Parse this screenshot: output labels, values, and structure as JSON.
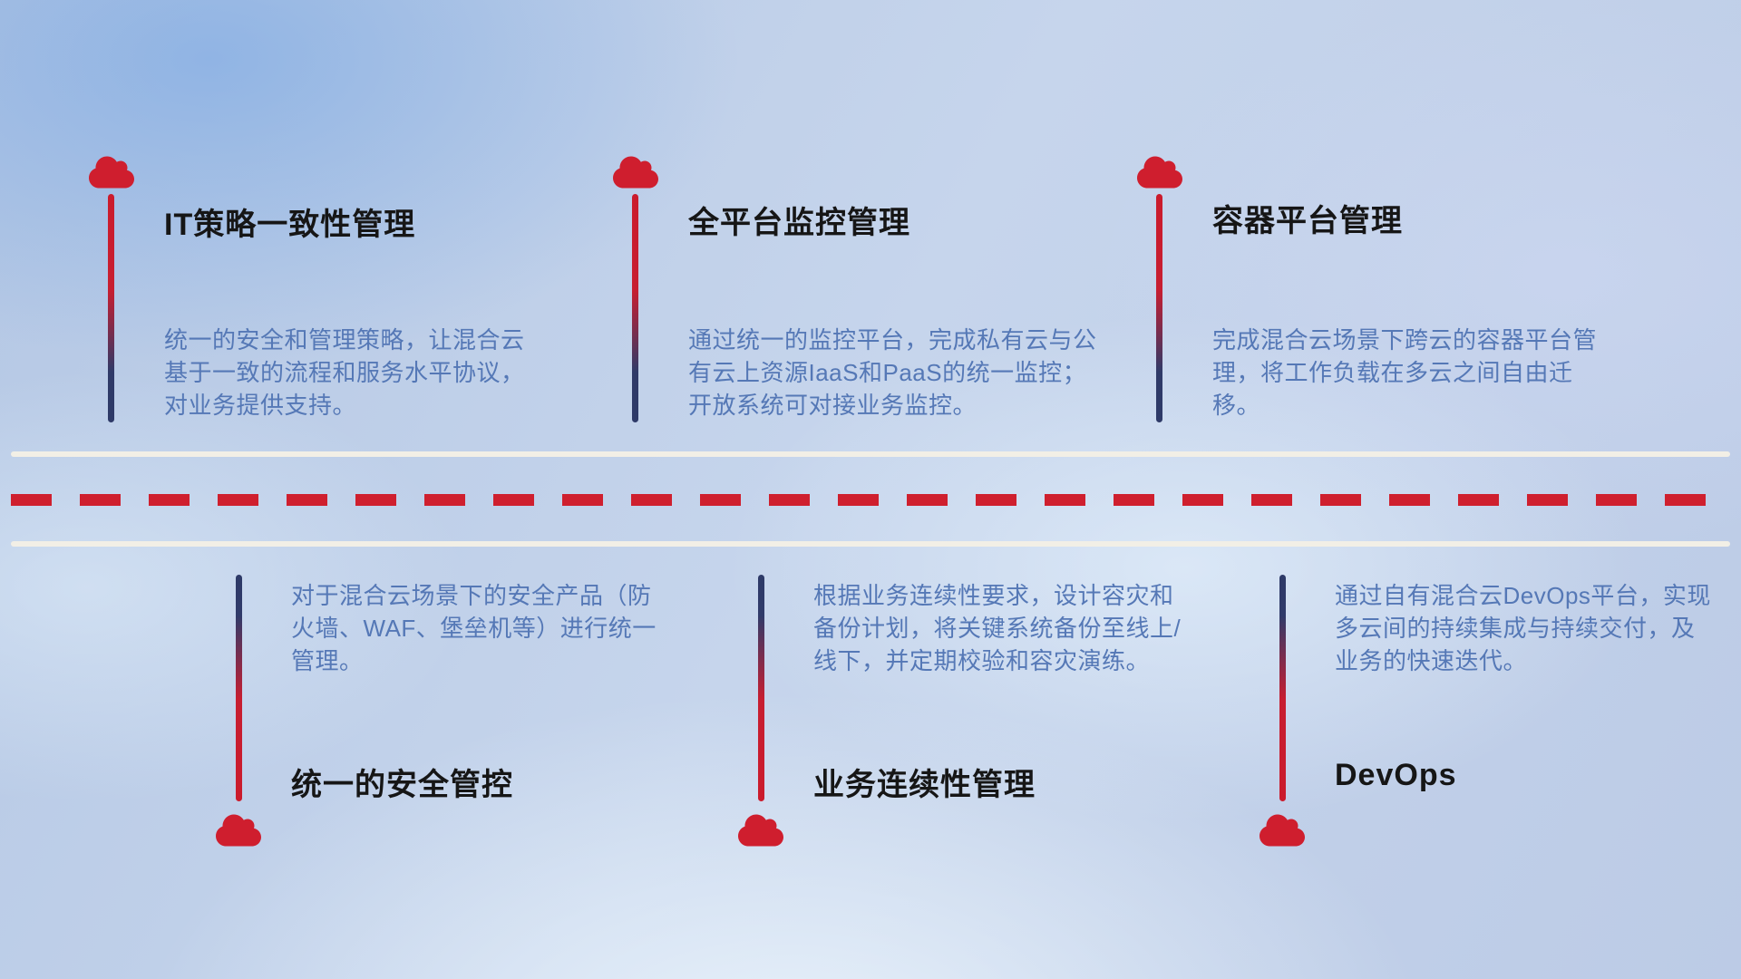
{
  "top_items": [
    {
      "title": "IT策略一致性管理",
      "description": "统一的安全和管理策略，让混合云基于一致的流程和服务水平协议，对业务提供支持。"
    },
    {
      "title": "全平台监控管理",
      "description": "通过统一的监控平台，完成私有云与公有云上资源IaaS和PaaS的统一监控；开放系统可对接业务监控。"
    },
    {
      "title": "容器平台管理",
      "description": "完成混合云场景下跨云的容器平台管理，将工作负载在多云之间自由迁移。"
    }
  ],
  "bottom_items": [
    {
      "title": "统一的安全管控",
      "description": "对于混合云场景下的安全产品（防火墙、WAF、堡垒机等）进行统一管理。"
    },
    {
      "title": "业务连续性管理",
      "description": "根据业务连续性要求，设计容灾和备份计划，将关键系统备份至线上/线下，并定期校验和容灾演练。"
    },
    {
      "title": "DevOps",
      "description": "通过自有混合云DevOps平台，实现多云间的持续集成与持续交付，及业务的快速迭代。"
    }
  ],
  "icons": {
    "marker": "cloud-icon"
  },
  "colors": {
    "accent_red": "#cf1e2e",
    "accent_navy": "#2e3a68",
    "title_text": "#161616",
    "description_text": "#5578b6",
    "road_line": "#f2efe6",
    "background_base": "#c0d0e8"
  }
}
